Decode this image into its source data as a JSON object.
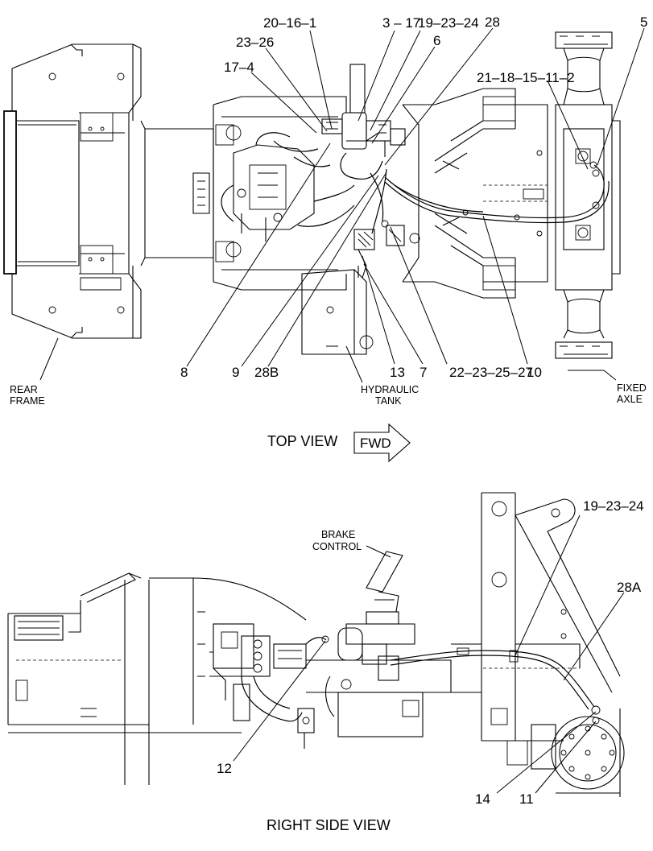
{
  "views": {
    "top": {
      "title": "TOP VIEW",
      "direction": "FWD",
      "callouts": {
        "c_20_16_1": "20–16–1",
        "c_23_26": "23–26",
        "c_17_4": "17–4",
        "c_3_17": "3 – 17",
        "c_19_23_24": "19–23–24",
        "c_28": "28",
        "c_6": "6",
        "c_5": "5",
        "c_21_18": "21–18–15–11–2",
        "c_8": "8",
        "c_9": "9",
        "c_28b": "28B",
        "c_13": "13",
        "c_7": "7",
        "c_22": "22–23–25–27",
        "c_10": "10"
      },
      "rear_frame": [
        "REAR",
        "FRAME"
      ],
      "hydraulic_tank": [
        "HYDRAULIC",
        "TANK"
      ],
      "fixed_axle": [
        "FIXED",
        "AXLE"
      ]
    },
    "side": {
      "title": "RIGHT SIDE VIEW",
      "brake_control": [
        "BRAKE",
        "CONTROL"
      ],
      "callouts": {
        "c_19_23_24": "19–23–24",
        "c_28a": "28A",
        "c_12": "12",
        "c_14": "14",
        "c_11": "11"
      }
    }
  }
}
